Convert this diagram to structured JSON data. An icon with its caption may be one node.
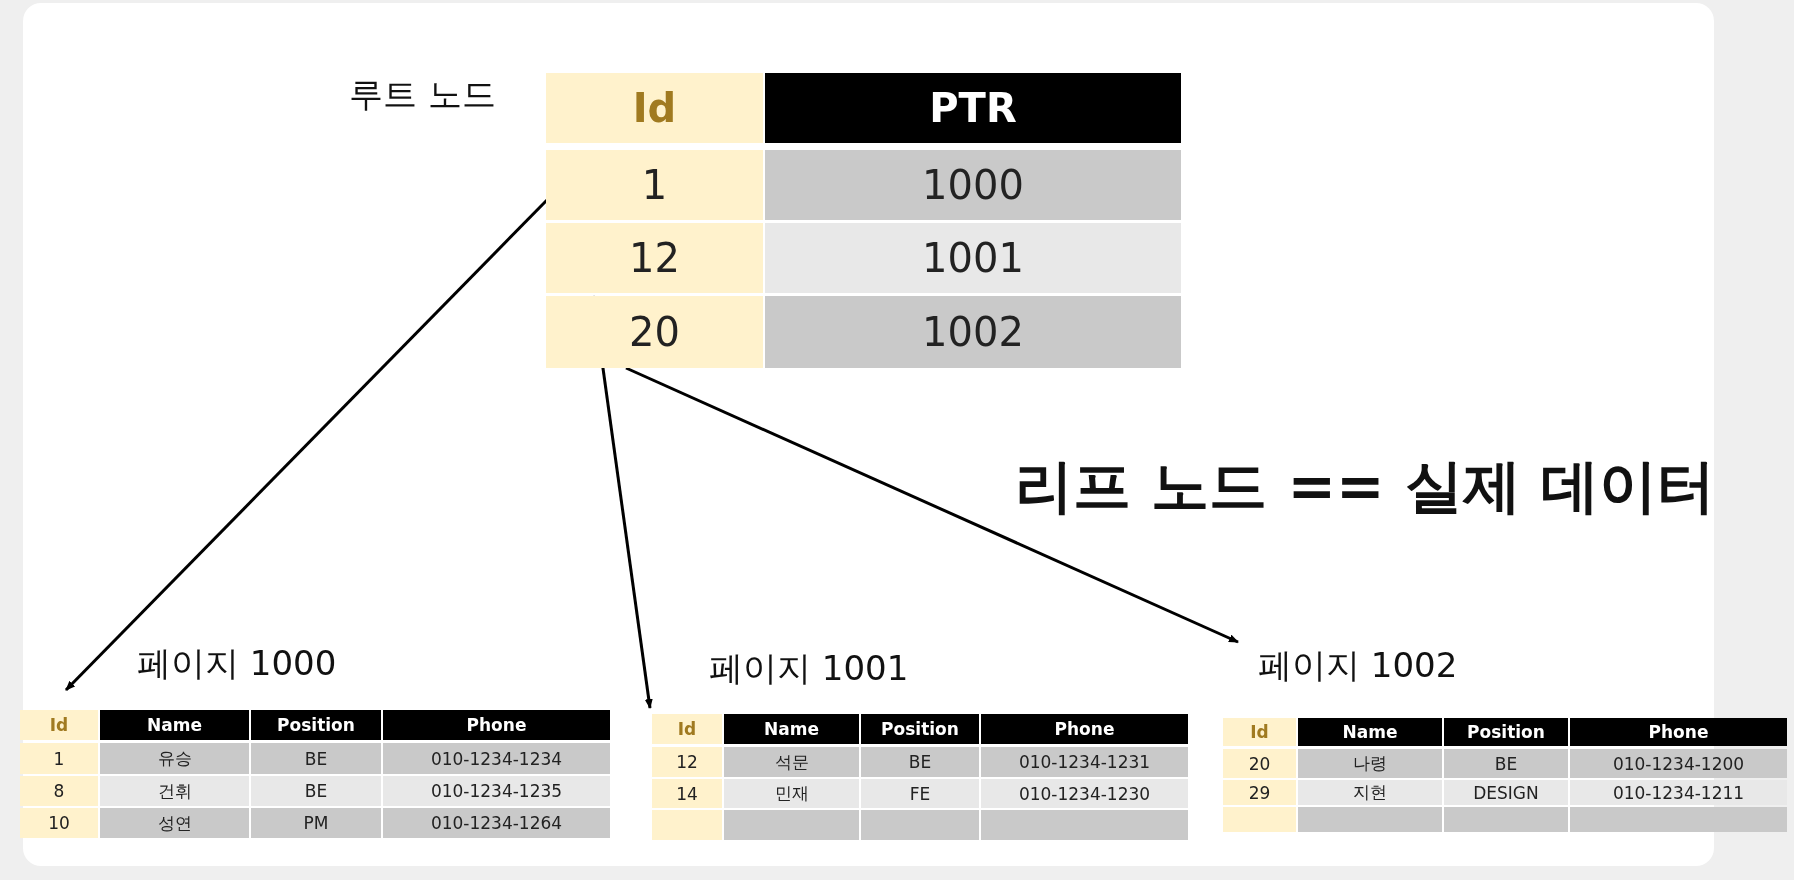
{
  "diagram": {
    "nodes": [
      {
        "text": [
          "루트 노드",
          "Id",
          "PTR"
        ]
      },
      {
        "text": [
          "1",
          "1000"
        ]
      },
      {
        "text": [
          "12",
          "1001"
        ]
      },
      {
        "text": [
          "20",
          "1002"
        ]
      },
      {
        "text": [
          "페이지 1000",
          "Id",
          "Name",
          "Position",
          "Phone"
        ]
      },
      {
        "text": [
          "1",
          "유승",
          "BE",
          "010-1234-1234"
        ]
      },
      {
        "text": [
          "8",
          "건휘",
          "BE",
          "010-1234-1235"
        ]
      },
      {
        "text": [
          "10",
          "성연",
          "PM",
          "010-1234-1264"
        ]
      },
      {
        "text": [
          "페이지 1001",
          "Id",
          "Name",
          "Position",
          "Phone"
        ]
      },
      {
        "text": [
          "12",
          "석문",
          "BE",
          "010-1234-1231"
        ]
      },
      {
        "text": [
          "14",
          "민재",
          "FE",
          "010-1234-1230"
        ]
      },
      {
        "text": [],
        "shape": "box"
      },
      {
        "text": [
          "페이지 1002",
          "Id",
          "Name",
          "Position",
          "Phone"
        ]
      },
      {
        "text": [
          "20",
          "나령",
          "BE",
          "010-1234-1200"
        ]
      },
      {
        "text": [
          "29",
          "지현",
          "DESIGN",
          "010-1234-1211"
        ]
      },
      {
        "text": [],
        "shape": "box"
      }
    ],
    "edges": [
      {
        "from": 1,
        "to": 4,
        "arrow": "to"
      },
      {
        "from": 2,
        "to": 8,
        "arrow": "to"
      },
      {
        "from": 3,
        "to": 12,
        "arrow": "to"
      }
    ],
    "labels": [
      "리프 노드 == 실제 데이터"
    ]
  }
}
